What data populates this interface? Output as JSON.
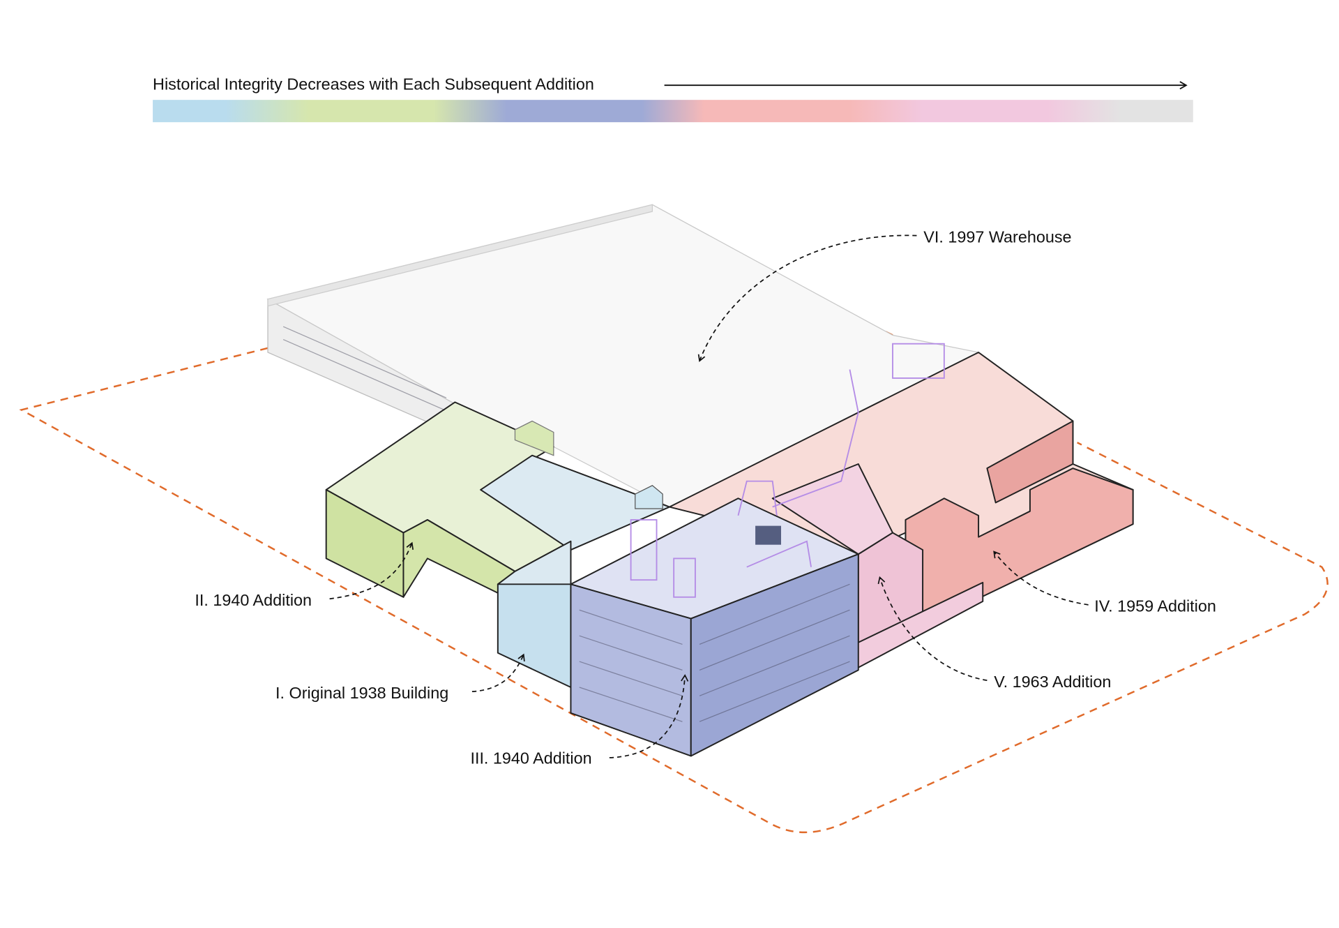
{
  "header": {
    "title": "Historical Integrity Decreases with Each Subsequent Addition",
    "gradient_colors": [
      "#b9dcee",
      "#d6e6ad",
      "#9eaad6",
      "#f6b9b8",
      "#f2c8df",
      "#e3e3e3"
    ]
  },
  "labels": {
    "original_1938": "I. Original 1938 Building",
    "addition_1940_ii": "II. 1940 Addition",
    "addition_1940_iii": "III. 1940 Addition",
    "addition_1959": "IV. 1959 Addition",
    "addition_1963": "V. 1963 Addition",
    "warehouse_1997": "VI. 1997 Warehouse"
  },
  "colors": {
    "site_boundary": "#e06a2a",
    "original_1938": "#cfe6f1",
    "addition_1940_ii": "#d8e8b4",
    "addition_1940_iii": "#a5aed8",
    "addition_1959": "#f1b3b0",
    "addition_1963": "#efc3d6",
    "warehouse_1997": "#f7f7f7"
  }
}
